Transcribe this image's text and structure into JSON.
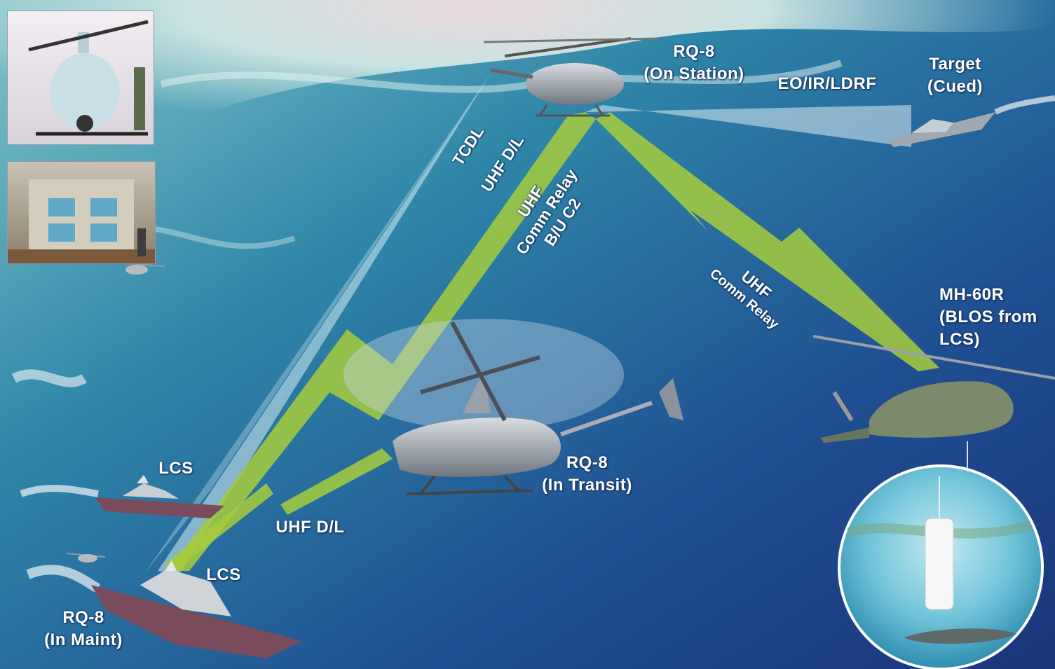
{
  "labels": {
    "rq8_on_station": [
      "RQ-8",
      "(On Station)"
    ],
    "eo_ir_ldrf": "EO/IR/LDRF",
    "target": [
      "Target",
      "(Cued)"
    ],
    "tcdl": "TCDL",
    "uhf_dl_upper": "UHF D/L",
    "uhf_comm_relay_bu": [
      "UHF",
      "Comm Relay",
      "B/U C2"
    ],
    "uhf_comm_relay": [
      "UHF",
      "Comm Relay"
    ],
    "mh60r": [
      "MH-60R",
      "(BLOS from",
      "LCS)"
    ],
    "rq8_in_transit": [
      "RQ-8",
      "(In Transit)"
    ],
    "lcs_upper": "LCS",
    "uhf_dl_lower": "UHF D/L",
    "lcs_lower": "LCS",
    "rq8_in_maint": [
      "RQ-8",
      "(In Maint)"
    ]
  },
  "colors": {
    "ocean_deep": "#1c3f86",
    "ocean_mid": "#2e7fa8",
    "ocean_light": "#9fd6d8",
    "link_green": "#a6cc3c",
    "tcdl_beam": "#cfe8f0",
    "ship_hull": "#7a4b5a",
    "label_text": "#ffffff"
  },
  "icons": [
    "helicopter-icon",
    "ship-icon",
    "sonobuoy-icon",
    "submarine-icon",
    "control-room-icon"
  ]
}
